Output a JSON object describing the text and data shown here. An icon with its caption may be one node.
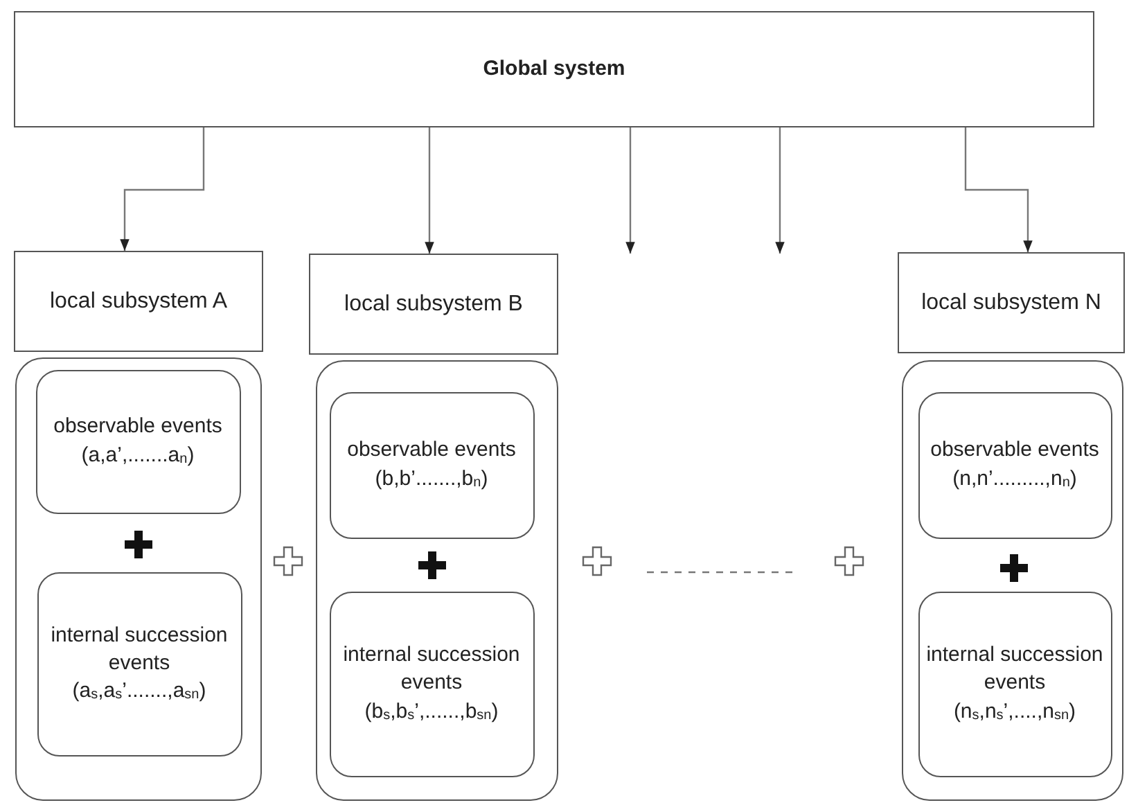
{
  "diagram": {
    "nodes": [
      {
        "text": [
          "Global system"
        ]
      },
      {
        "text": [
          "local subsystem A"
        ]
      },
      {
        "text": [
          "local subsystem B"
        ]
      },
      {
        "text": [
          "local subsystem N"
        ]
      },
      {
        "text": [],
        "shape": "box"
      },
      {
        "text": [
          "observable events (a,a’,.......a$_{n}$)"
        ],
        "in": 4
      },
      {
        "text": [
          "internal succession events (a$_{s}$,a$_{s}$’.......,a$_{sn}$)"
        ],
        "in": 4
      },
      {
        "text": [],
        "shape": "box"
      },
      {
        "text": [
          "observable events (b,b’.......,b$_{n}$)"
        ],
        "in": 7
      },
      {
        "text": [
          "internal succession events (b$_{s}$,b$_{s}$’,......,b$_{sn}$)"
        ],
        "in": 7
      },
      {
        "text": [],
        "shape": "box"
      },
      {
        "text": [
          "observable events (n,n’.........,n$_{n}$)"
        ],
        "in": 10
      },
      {
        "text": [
          "internal succession events (n$_{s}$,n$_{s}$’,....,n$_{sn}$)"
        ],
        "in": 10
      }
    ],
    "edges": [
      {
        "from": 0,
        "to": 1,
        "arrow": "to"
      },
      {
        "from": 0,
        "to": 2,
        "arrow": "to"
      },
      {
        "from": 0,
        "to": null,
        "arrow": "to"
      },
      {
        "from": 0,
        "to": null,
        "arrow": "to"
      },
      {
        "from": 0,
        "to": 3,
        "arrow": "to"
      }
    ]
  }
}
